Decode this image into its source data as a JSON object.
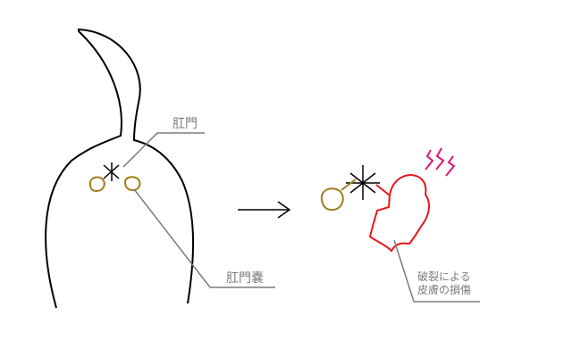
{
  "labels": {
    "anus": "肛門",
    "anal_sac": "肛門嚢",
    "damage_line1": "破裂による",
    "damage_line2": "皮膚の損傷"
  },
  "colors": {
    "outline": "#000000",
    "sac": "#a07d1a",
    "ruptured_skin": "#e8161a",
    "pain_marks": "#e0167a",
    "leader_line": "#7b7b7b"
  },
  "icons": {
    "arrow": "right-arrow-icon",
    "anus": "asterisk-icon",
    "pain": "pain-marks-icon"
  }
}
